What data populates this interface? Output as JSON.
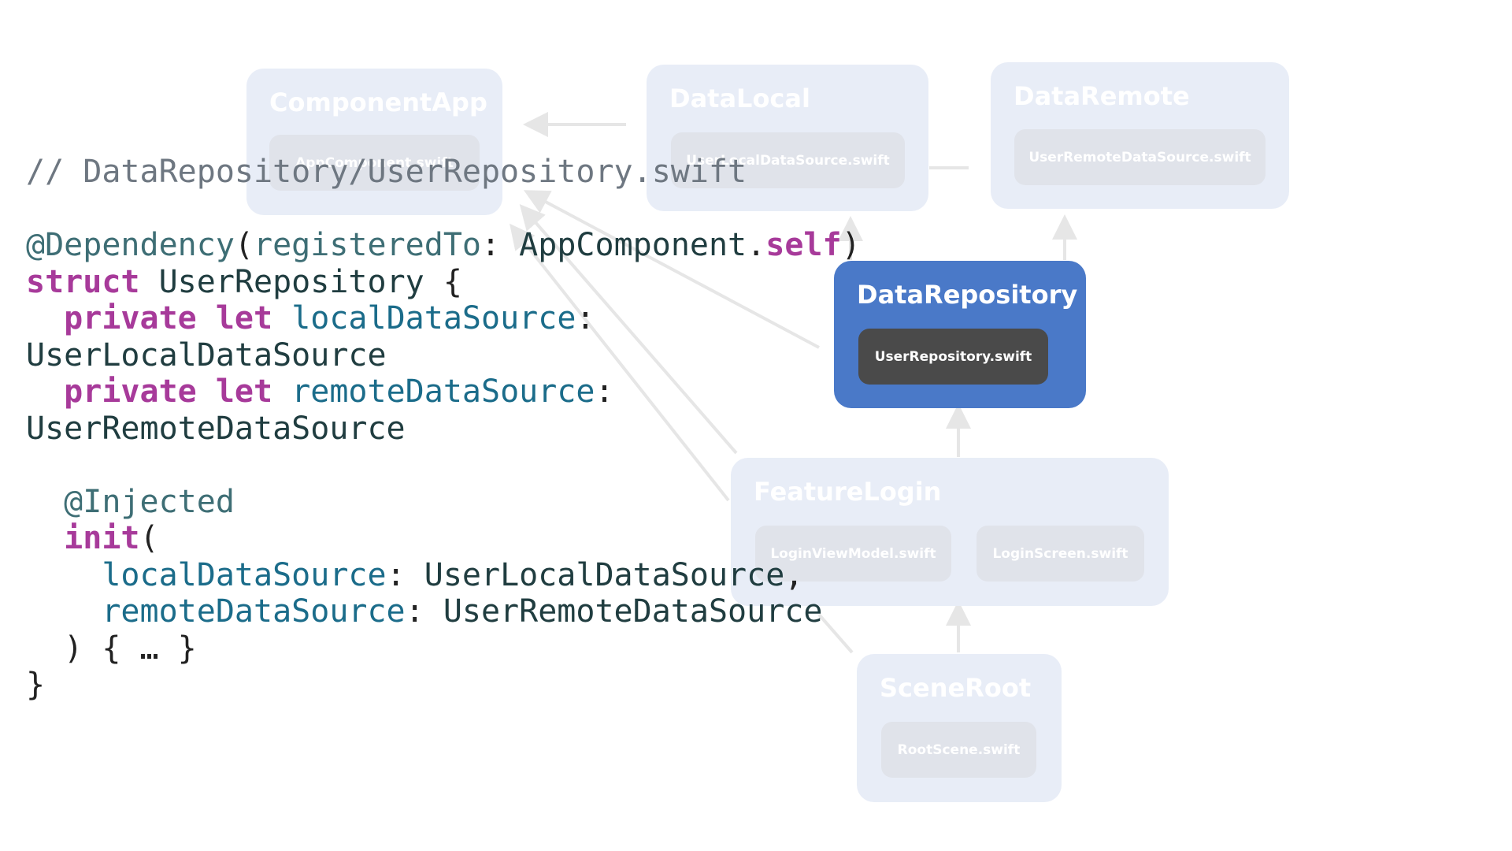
{
  "colors": {
    "module_faded": "#e8edf7",
    "file_faded": "#e0e3ea",
    "module_active": "#4a79c8",
    "file_active": "#4a4a4a",
    "arrow": "#e6e6e6",
    "comment": "#6e7781",
    "keyword": "#a73a9a",
    "attribute": "#3e6e75",
    "identifier": "#1b6c8a",
    "type": "#203d40"
  },
  "modules": {
    "component_app": {
      "title": "ComponentApp",
      "files": [
        "AppComponent.swift"
      ]
    },
    "data_local": {
      "title": "DataLocal",
      "files": [
        "UserLocalDataSource.swift"
      ]
    },
    "data_remote": {
      "title": "DataRemote",
      "files": [
        "UserRemoteDataSource.swift"
      ]
    },
    "data_repository": {
      "title": "DataRepository",
      "files": [
        "UserRepository.swift"
      ]
    },
    "feature_login": {
      "title": "FeatureLogin",
      "files": [
        "LoginViewModel.swift",
        "LoginScreen.swift"
      ]
    },
    "scene_root": {
      "title": "SceneRoot",
      "files": [
        "RootScene.swift"
      ]
    }
  },
  "code": {
    "comment": "// DataRepository/UserRepository.swift",
    "attr_dependency": "@Dependency",
    "param_registered": "registeredTo",
    "type_app_component": "AppComponent",
    "kw_self": "self",
    "kw_struct": "struct",
    "type_user_repository": "UserRepository",
    "kw_private": "private",
    "kw_let": "let",
    "prop_local": "localDataSource",
    "type_local": "UserLocalDataSource",
    "prop_remote": "remoteDataSource",
    "type_remote": "UserRemoteDataSource",
    "attr_injected": "@Injected",
    "kw_init": "init",
    "body_placeholder": "{ … }"
  }
}
